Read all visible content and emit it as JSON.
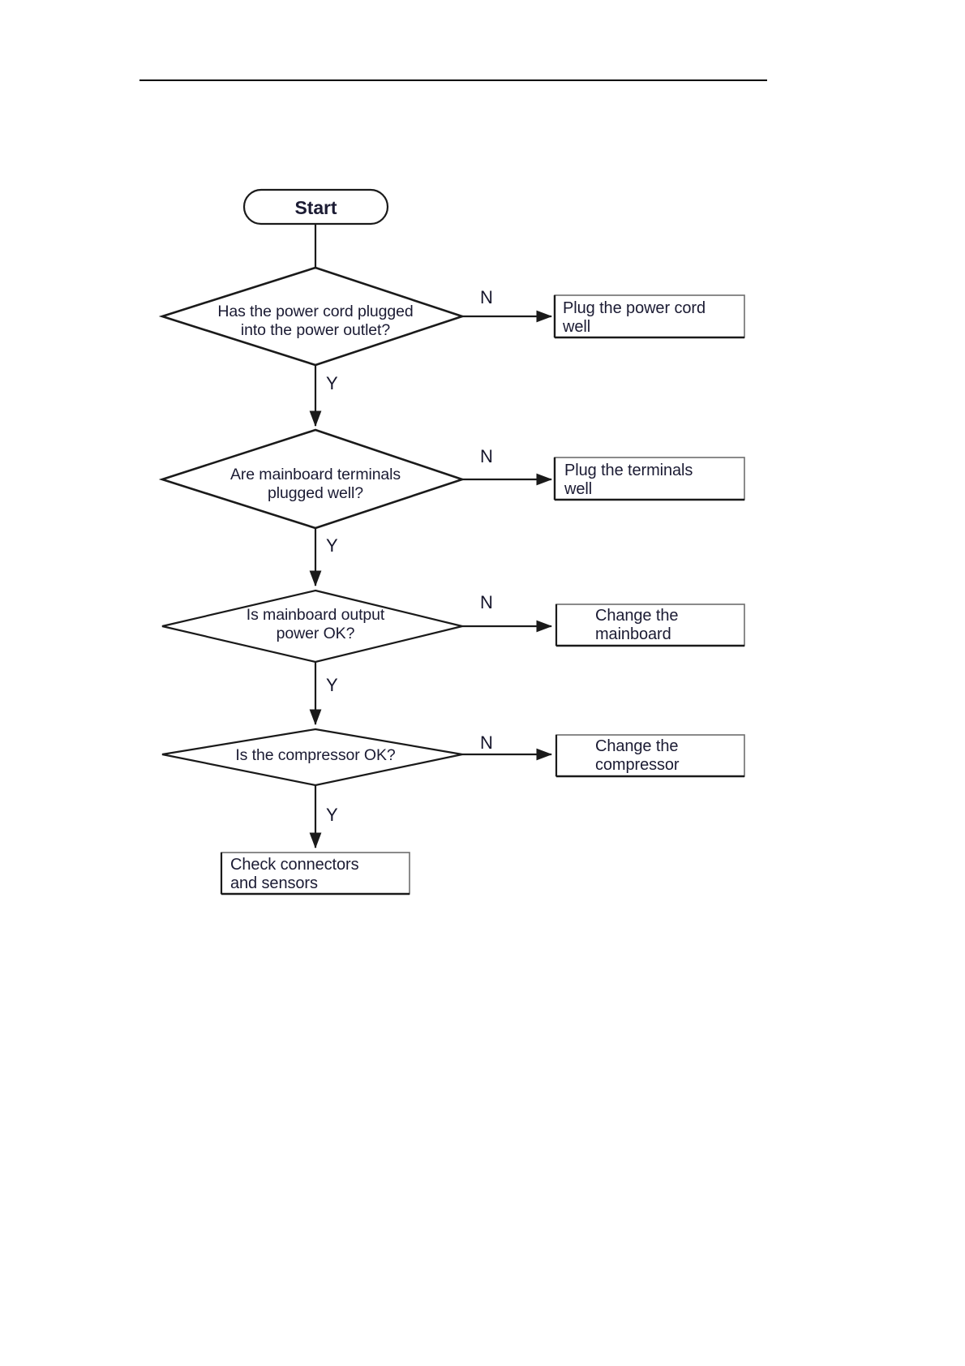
{
  "document": {
    "type": "troubleshooting-flowchart",
    "header_rule": true
  },
  "flowchart": {
    "title": "",
    "start": {
      "label": "Start",
      "shape": "terminator"
    },
    "branch_yes": "Y",
    "branch_no": "N",
    "steps": [
      {
        "id": "power-cord",
        "decision": "Has the power cord plugged\ninto the power outlet?",
        "no_label": "N",
        "yes_label": "Y",
        "action": "Plug the power cord\nwell"
      },
      {
        "id": "mainboard-terminals",
        "decision": "Are mainboard terminals\nplugged well?",
        "no_label": "N",
        "yes_label": "Y",
        "action": "Plug the terminals\nwell"
      },
      {
        "id": "mainboard-output",
        "decision": "Is mainboard output\npower OK?",
        "no_label": "N",
        "yes_label": "Y",
        "action": "Change the\nmainboard"
      },
      {
        "id": "compressor",
        "decision": "Is the compressor OK?",
        "no_label": "N",
        "yes_label": "Y",
        "action": "Change the\ncompressor"
      }
    ],
    "end": {
      "label": "Check connectors\nand sensors",
      "shape": "process"
    },
    "colors": {
      "stroke": "#1a1a1a",
      "text": "#1b1b33",
      "background": "#ffffff"
    }
  }
}
